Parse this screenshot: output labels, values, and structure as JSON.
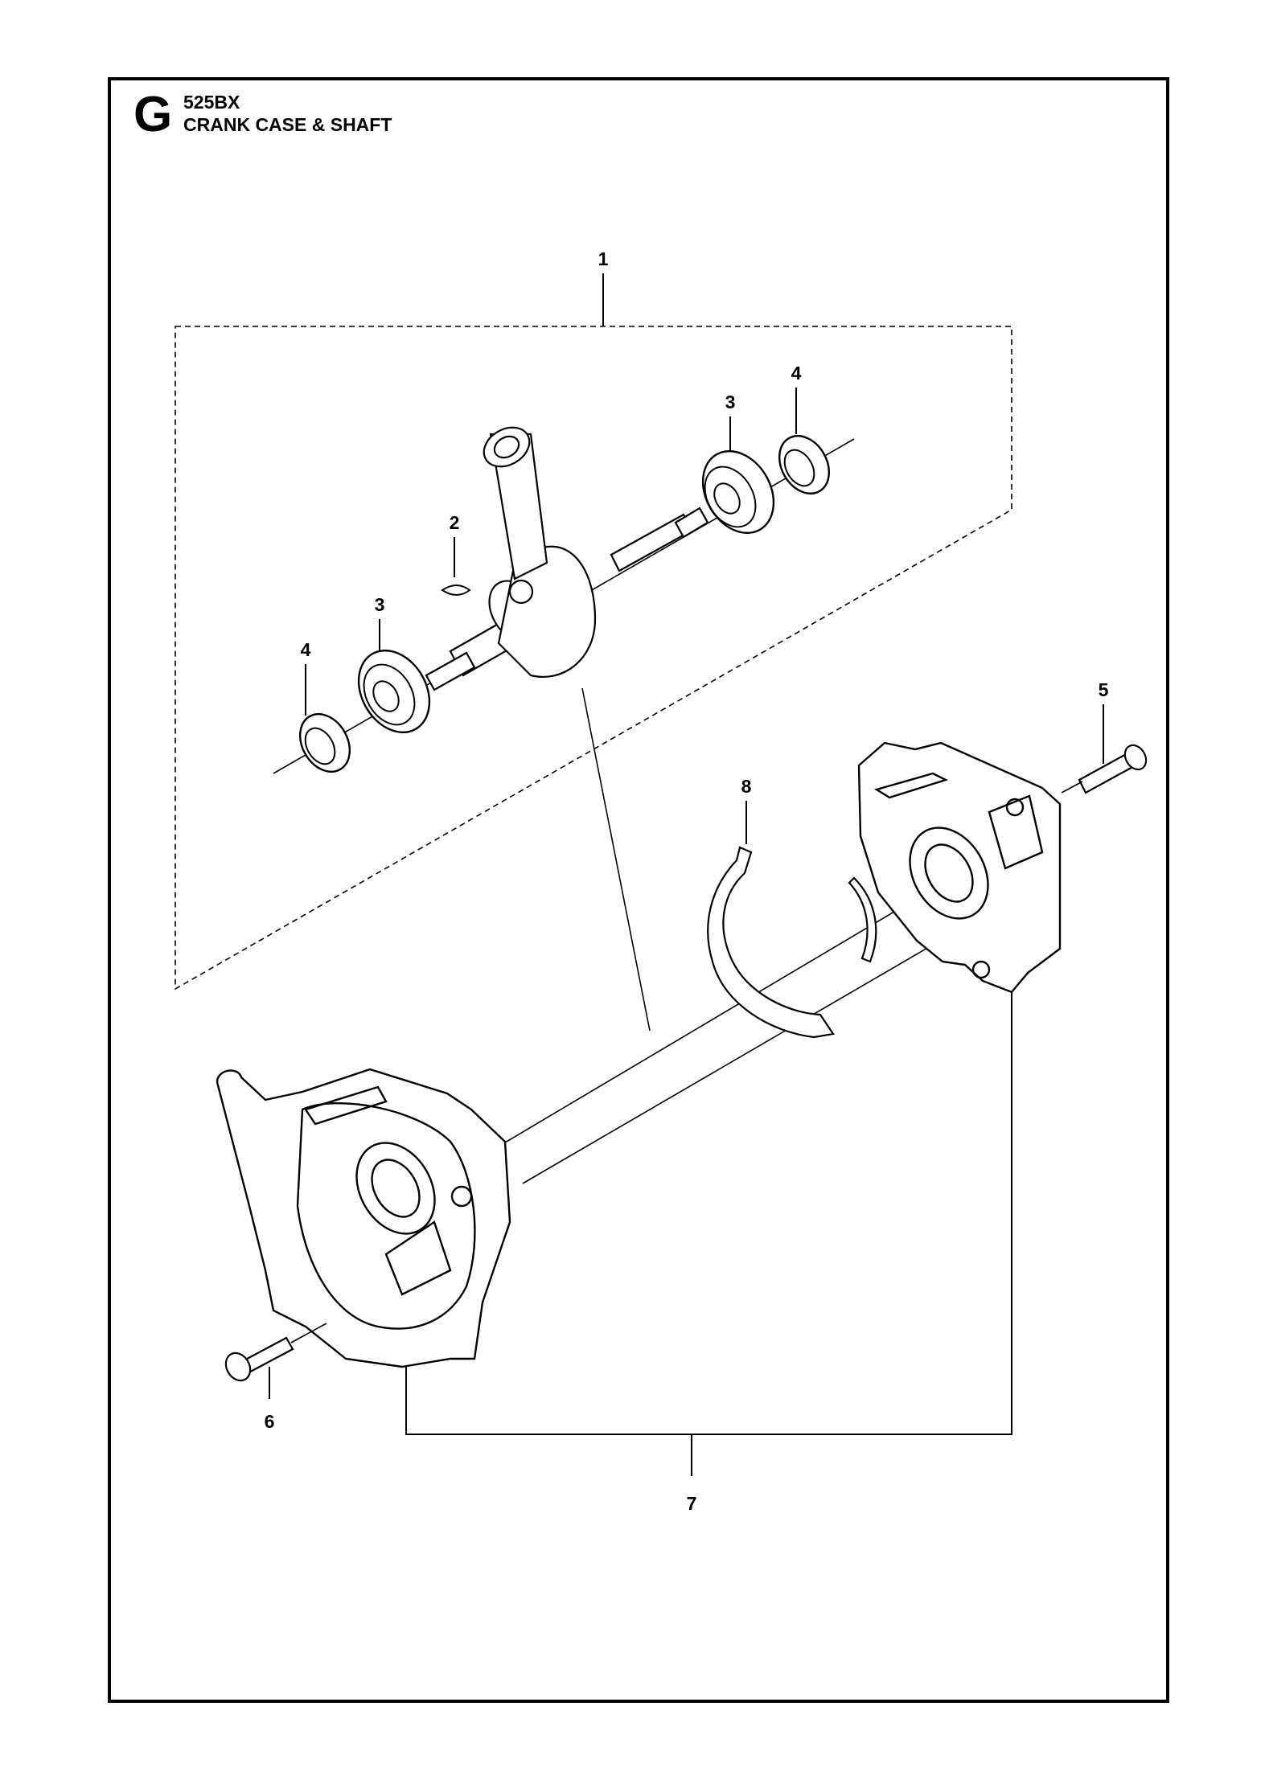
{
  "header": {
    "section_letter": "G",
    "model": "525BX",
    "title": "CRANK CASE & SHAFT"
  },
  "callouts": {
    "c1": "1",
    "c2": "2",
    "c3a": "3",
    "c3b": "3",
    "c4a": "4",
    "c4b": "4",
    "c5": "5",
    "c6": "6",
    "c7": "7",
    "c8": "8"
  }
}
